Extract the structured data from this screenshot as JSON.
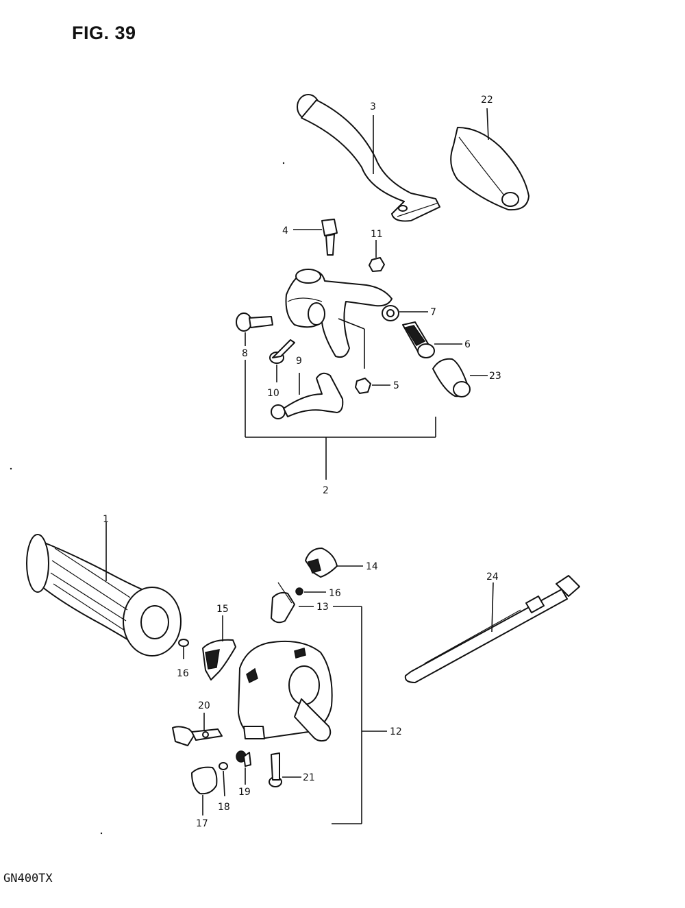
{
  "figure_title": "FIG. 39",
  "model_code": "GN400TX",
  "callouts": {
    "c1": "1",
    "c2": "2",
    "c3": "3",
    "c4": "4",
    "c5": "5",
    "c6": "6",
    "c7": "7",
    "c8": "8",
    "c9": "9",
    "c10": "10",
    "c11": "11",
    "c12": "12",
    "c13": "13",
    "c14": "14",
    "c15": "15",
    "c16a": "16",
    "c16b": "16",
    "c17": "17",
    "c18": "18",
    "c19": "19",
    "c20": "20",
    "c21": "21",
    "c22": "22",
    "c23": "23",
    "c24": "24"
  }
}
